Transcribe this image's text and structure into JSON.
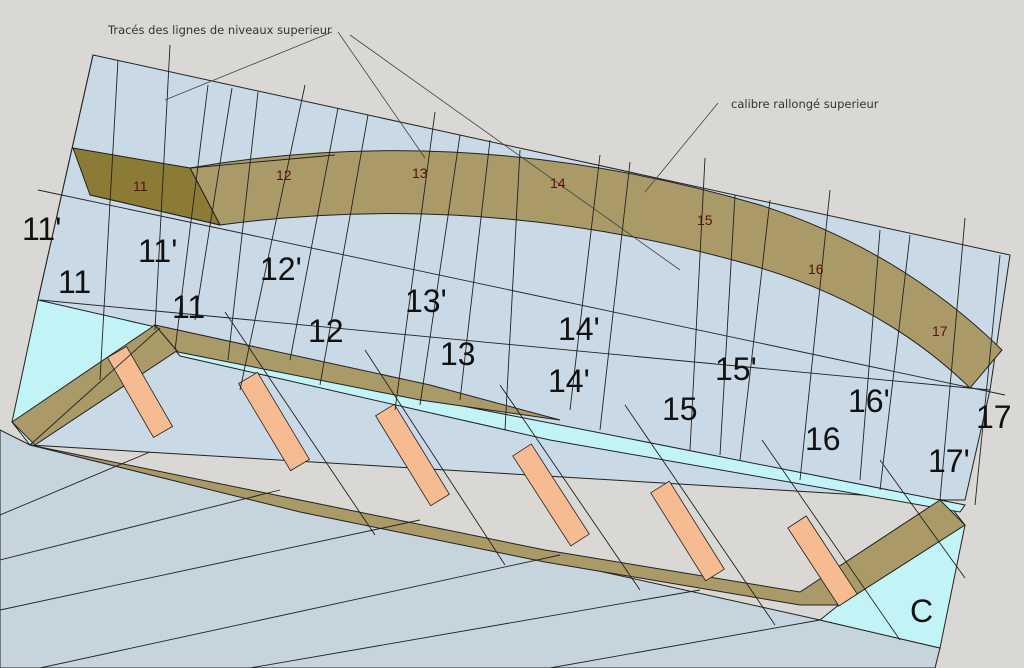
{
  "annotations": {
    "upper_lines": "Tracés des lignes de niveaux superieur",
    "extended_gauge": "calibre rallongé superieur"
  },
  "section_labels": [
    "11'",
    "11",
    "11'",
    "11",
    "12'",
    "12",
    "13'",
    "13",
    "14'",
    "14'",
    "15",
    "15'",
    "16",
    "16'",
    "17",
    "17'",
    "C"
  ],
  "gauge_labels": [
    "11",
    "12",
    "13",
    "14",
    "15",
    "16",
    "17"
  ],
  "colors": {
    "background": "#d9d8d4",
    "plane": "#c9d9e5",
    "cyan": "#c2f4f7",
    "lower_plane": "#c6d4de",
    "wood": "#a99a68",
    "wood_dark": "#8c7b35",
    "spacer": "#f6bb90"
  }
}
